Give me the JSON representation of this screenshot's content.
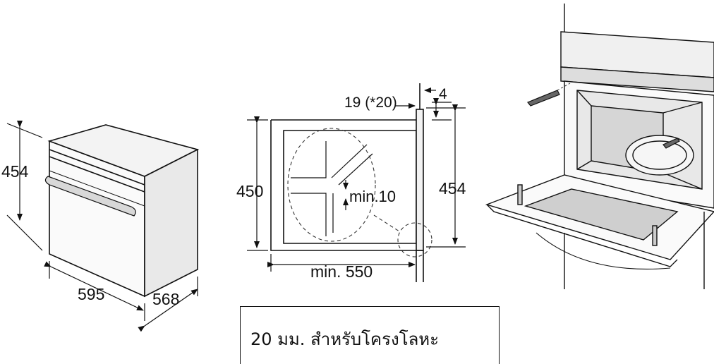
{
  "oven": {
    "height_label": "454",
    "width_label": "595",
    "depth_label": "568"
  },
  "niche": {
    "top_label": "19 (*20)",
    "gap_label": "4",
    "height_label": "450",
    "oven_height_label": "454",
    "min_depth_label": "min. 550",
    "min_gap_label": "min.10"
  },
  "note": {
    "text": "20 มม. สำหรับโครงโลหะ"
  }
}
